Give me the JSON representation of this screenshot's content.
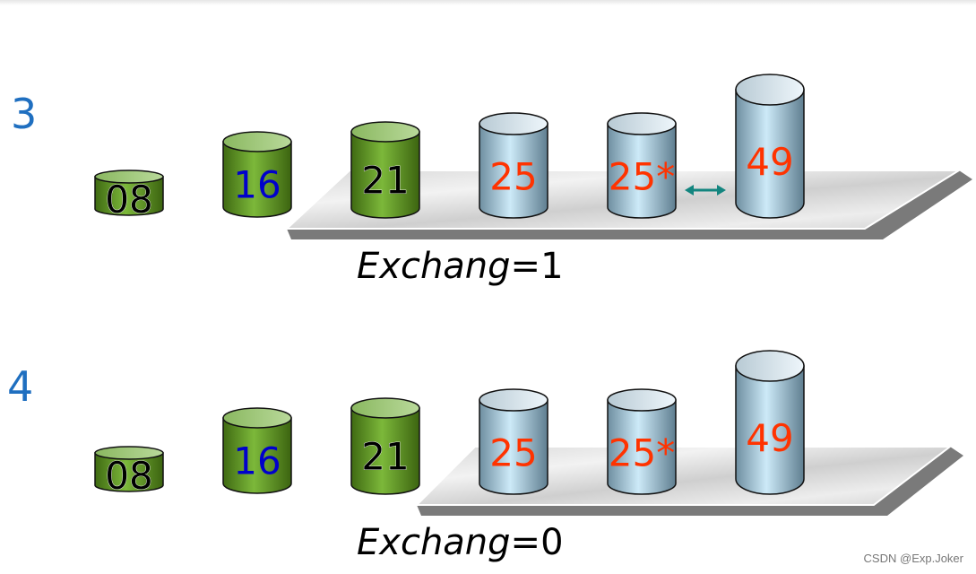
{
  "rows": [
    {
      "step": "3",
      "exchange_label": "Exchang",
      "exchange_value": "=1",
      "cylinders": [
        {
          "label": "08",
          "kind": "sorted"
        },
        {
          "label": "16",
          "kind": "sorted"
        },
        {
          "label": "21",
          "kind": "sorted"
        },
        {
          "label": "25",
          "kind": "unsorted"
        },
        {
          "label": "25*",
          "kind": "unsorted"
        },
        {
          "label": "49",
          "kind": "unsorted"
        }
      ],
      "swap_arrow": true
    },
    {
      "step": "4",
      "exchange_label": "Exchang",
      "exchange_value": "=0",
      "cylinders": [
        {
          "label": "08",
          "kind": "sorted"
        },
        {
          "label": "16",
          "kind": "sorted"
        },
        {
          "label": "21",
          "kind": "sorted"
        },
        {
          "label": "25",
          "kind": "unsorted"
        },
        {
          "label": "25*",
          "kind": "unsorted"
        },
        {
          "label": "49",
          "kind": "unsorted"
        }
      ],
      "swap_arrow": false
    }
  ],
  "colors": {
    "step": "#1f6fc0",
    "label_blue": "#0000cc",
    "label_red": "#ff3300",
    "label_black": "#000000",
    "arrow": "#13857f"
  },
  "watermark": "CSDN @Exp.Joker"
}
